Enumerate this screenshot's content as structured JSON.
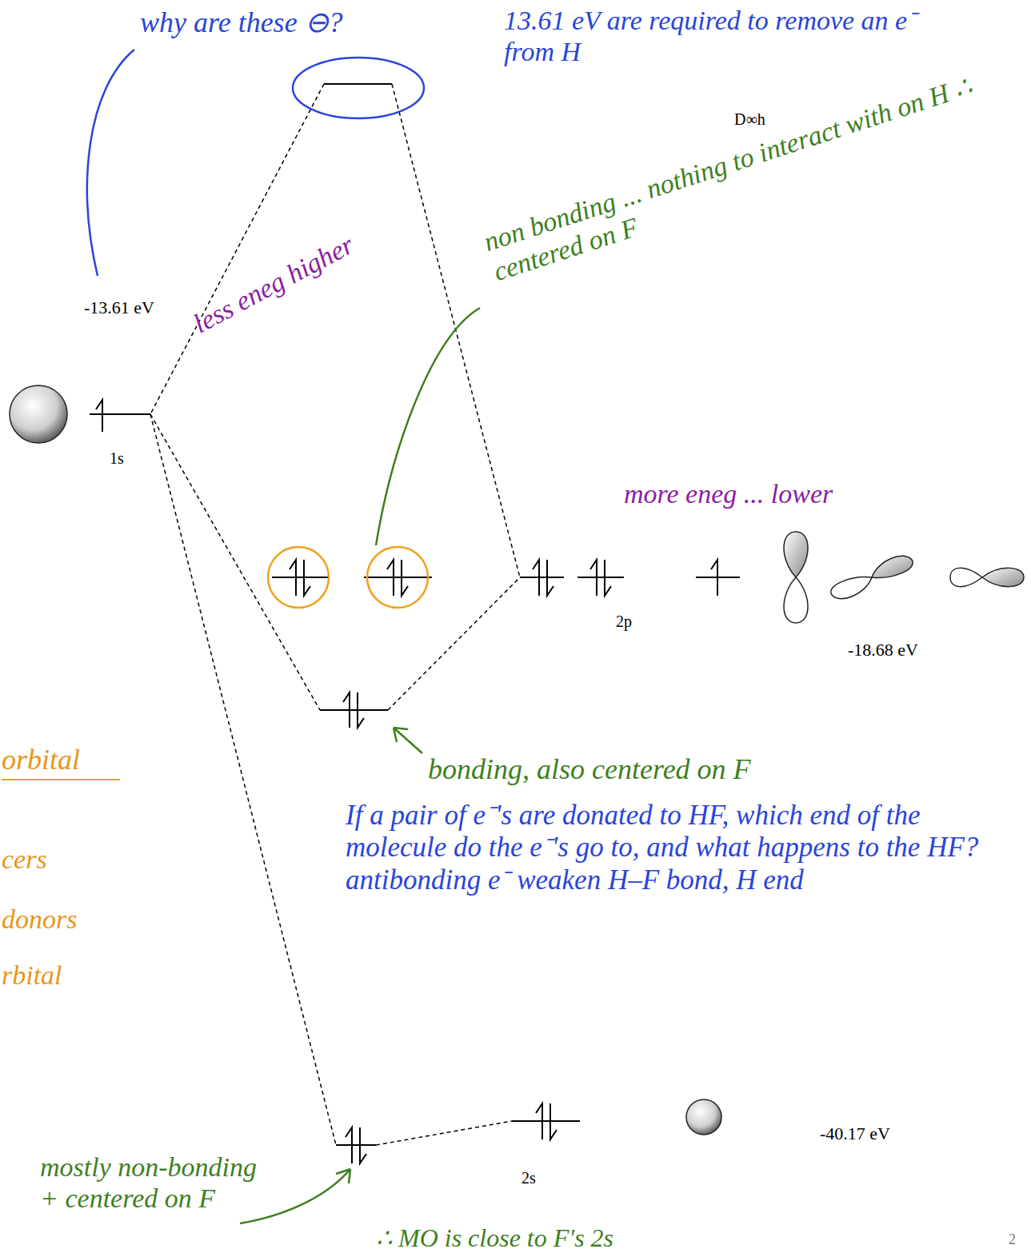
{
  "diagram": {
    "labels": [
      "why are these ⊖?",
      "13.61 eV are required to remove an e⁻ from H",
      "D∞h",
      "-13.61 eV",
      "less eneg higher",
      "non bonding ... nothing to interact with on H ∴ centered on F",
      "1s",
      "more eneg ... lower",
      "2p",
      "-18.68 eV",
      "orbital",
      "bonding, also centered on F",
      "cers",
      "donors",
      "rbital",
      "If a pair of e⁻'s are donated to HF, which end of the molecule do the e⁻'s go to, and what happens to the HF? antibonding e⁻ weaken H–F bond, H end",
      "-40.17 eV",
      "2s",
      "mostly non-bonding + centered on F",
      "∴ MO is close to F's 2s",
      "2"
    ]
  }
}
